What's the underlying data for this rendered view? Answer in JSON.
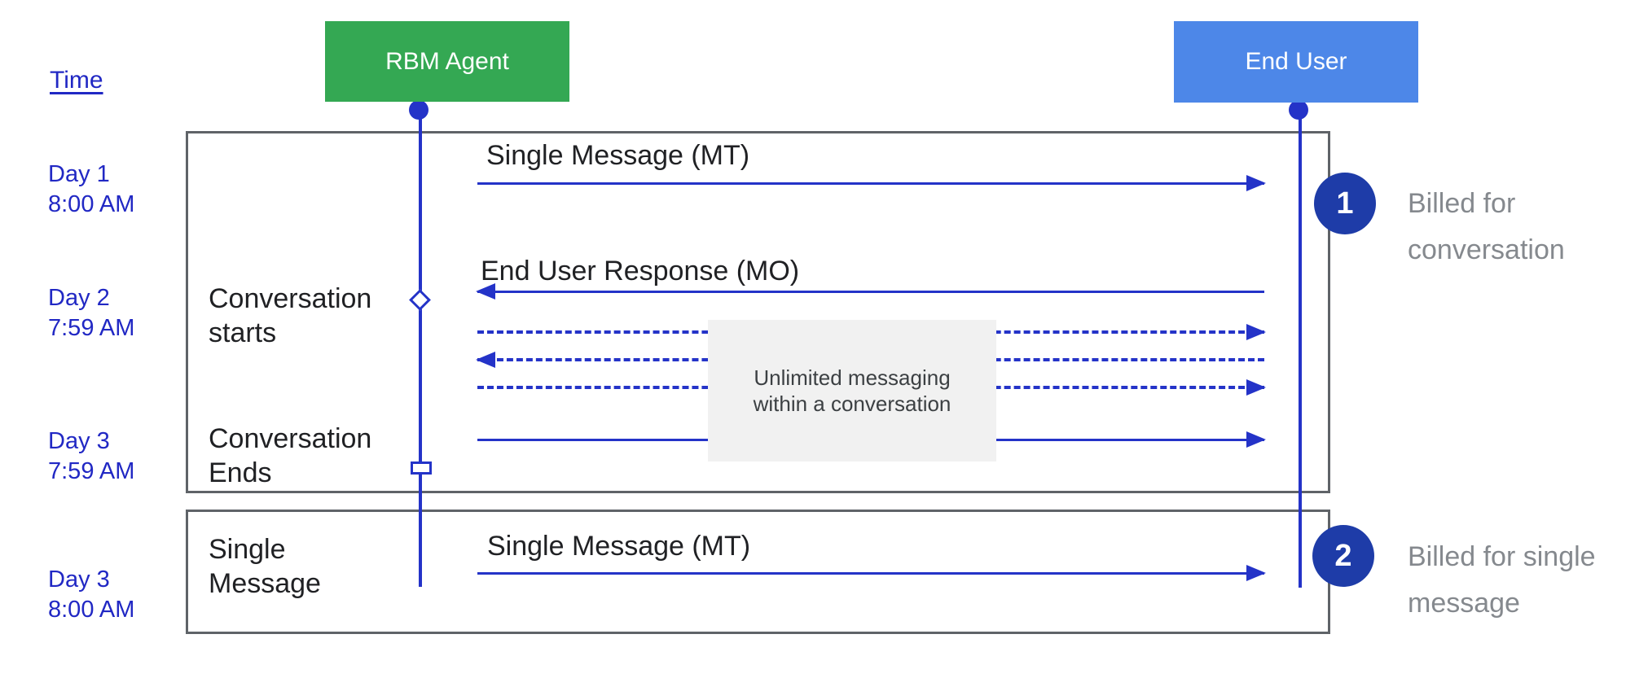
{
  "time_header": "Time",
  "actors": {
    "agent": "RBM Agent",
    "end_user": "End User"
  },
  "timeline": [
    {
      "day": "Day 1",
      "time": "8:00 AM"
    },
    {
      "day": "Day 2",
      "time": "7:59 AM"
    },
    {
      "day": "Day 3",
      "time": "7:59 AM"
    },
    {
      "day": "Day 3",
      "time": "8:00 AM"
    }
  ],
  "frame1": {
    "lifecycle": {
      "start": [
        "Conversation",
        "starts"
      ],
      "end": [
        "Conversation",
        "Ends"
      ]
    },
    "messages": {
      "mt": "Single Message (MT)",
      "mo": "End User Response (MO)"
    },
    "note": [
      "Unlimited messaging",
      "within a conversation"
    ]
  },
  "frame2": {
    "label": [
      "Single",
      "Message"
    ],
    "message": "Single Message (MT)"
  },
  "annotations": [
    {
      "number": "1",
      "lines": [
        "Billed for",
        "conversation"
      ]
    },
    {
      "number": "2",
      "lines": [
        "Billed for single",
        "message"
      ]
    }
  ],
  "sequence": [
    {
      "from": "RBM Agent",
      "to": "End User",
      "style": "solid",
      "label": "Single Message (MT)"
    },
    {
      "from": "End User",
      "to": "RBM Agent",
      "style": "solid",
      "label": "End User Response (MO)"
    },
    {
      "from": "RBM Agent",
      "to": "End User",
      "style": "dashed",
      "label": ""
    },
    {
      "from": "End User",
      "to": "RBM Agent",
      "style": "dashed",
      "label": ""
    },
    {
      "from": "RBM Agent",
      "to": "End User",
      "style": "dashed",
      "label": ""
    },
    {
      "from": "RBM Agent",
      "to": "End User",
      "style": "solid",
      "label": ""
    },
    {
      "from": "RBM Agent",
      "to": "End User",
      "style": "solid",
      "label": "Single Message (MT)"
    }
  ],
  "markers": {
    "conversation_start": "diamond",
    "conversation_end": "square"
  },
  "colors": {
    "agent_box": "#34a853",
    "end_user_box": "#4d87e8",
    "arrow_ink": "#2433c8",
    "time_labels": "#2128c4",
    "badge": "#1e3ca8",
    "frame_border": "#5f6368",
    "note_background": "#f1f1f1",
    "billing_text": "#85898e"
  }
}
